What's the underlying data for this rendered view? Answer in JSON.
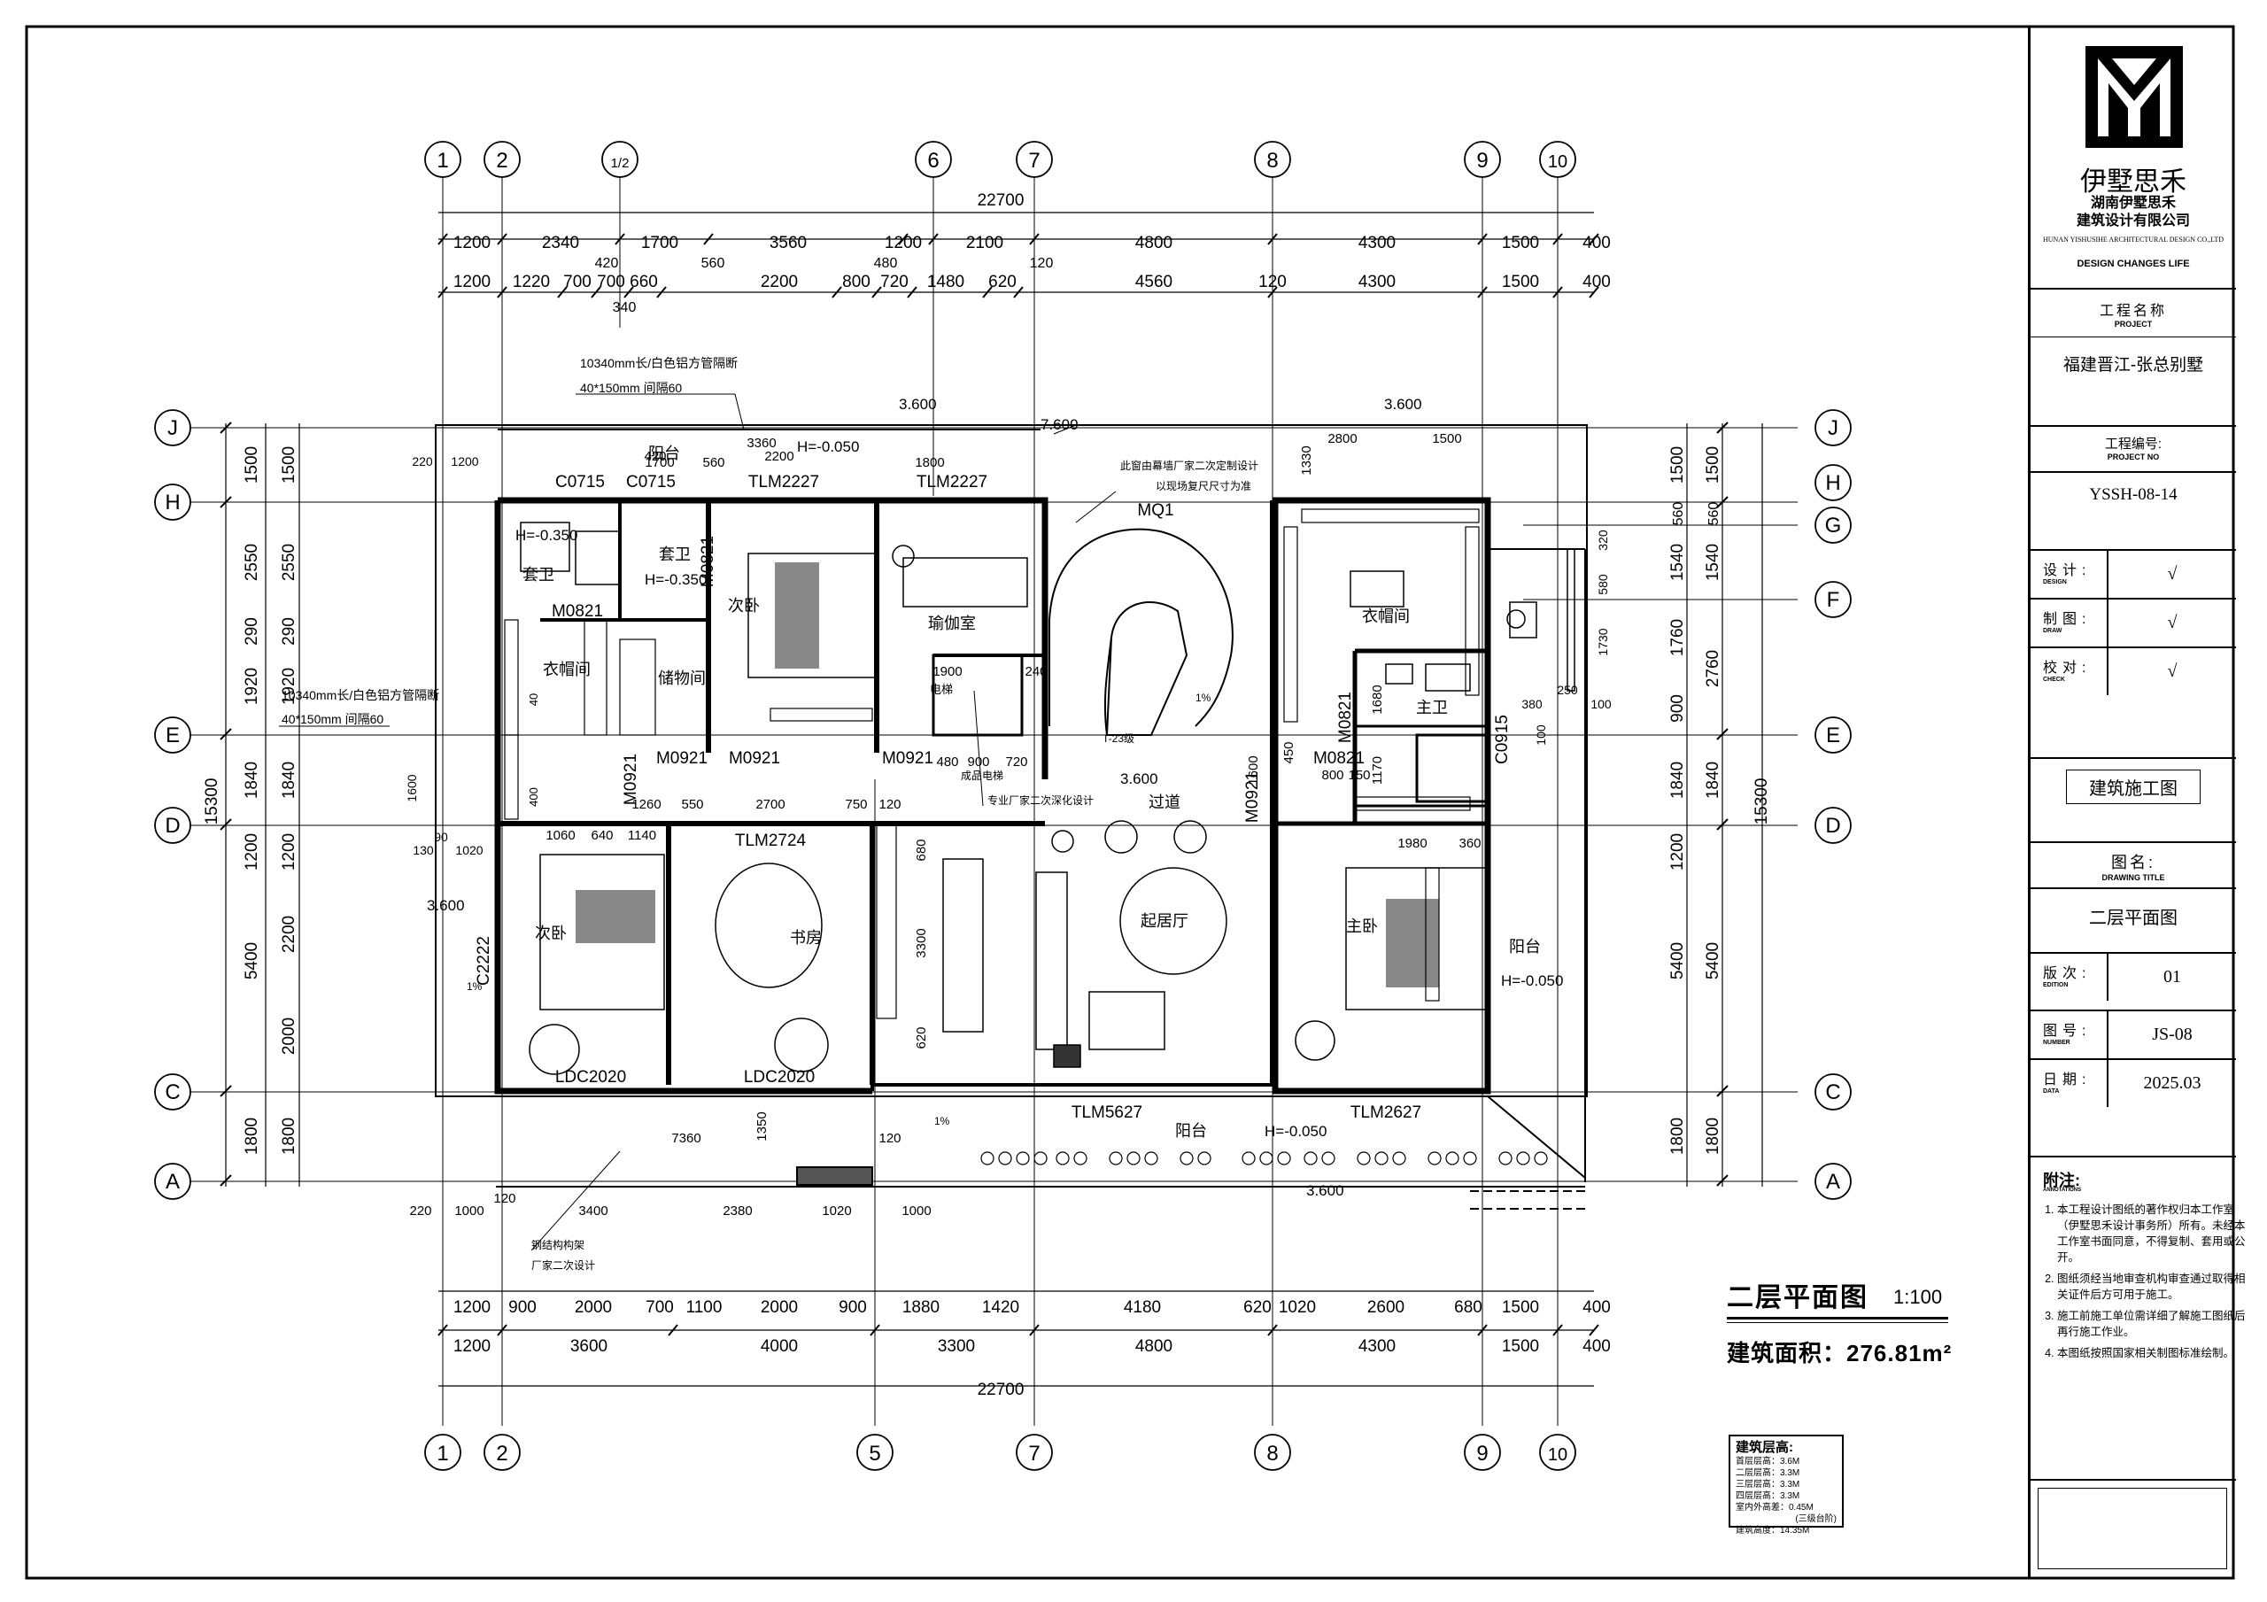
{
  "drawing": {
    "title": "二层平面图",
    "scale": "1:100",
    "area": "建筑面积：276.81m²"
  },
  "dimensions": {
    "overall": "22700",
    "top_row1": [
      "1200",
      "2340",
      "1700",
      "3560",
      "1200",
      "2100",
      "4800",
      "4300",
      "1500",
      "400"
    ],
    "top_row2": [
      "1200",
      "1220",
      "700",
      "700",
      "660",
      "2200",
      "800",
      "720",
      "1480",
      "620",
      "4560",
      "120",
      "4300",
      "1500",
      "400"
    ],
    "top_misc": [
      "420",
      "560",
      "480",
      "120",
      "340"
    ],
    "bottom_row1": [
      "1200",
      "900",
      "2000",
      "700",
      "1100",
      "2000",
      "900",
      "1880",
      "1420",
      "4180",
      "620",
      "1020",
      "2600",
      "680",
      "1500",
      "400"
    ],
    "bottom_row2": [
      "1200",
      "3600",
      "4000",
      "3300",
      "4800",
      "4300",
      "1500",
      "400"
    ],
    "bottom_misc": [
      "220",
      "1000",
      "120",
      "3400",
      "2380",
      "1020",
      "1000",
      "7360",
      "1350",
      "120"
    ],
    "left_outer": [
      "1500",
      "2550",
      "290",
      "1920",
      "1840",
      "1200",
      "5400",
      "1800"
    ],
    "left_inner": [
      "1500",
      "2550",
      "290",
      "1920",
      "1840",
      "1200",
      "2200",
      "2000",
      "1800"
    ],
    "left_total": "15300",
    "right_outer": [
      "1500",
      "560",
      "1540",
      "1760",
      "900",
      "1840",
      "1200",
      "5400",
      "1800"
    ],
    "right_inner": [
      "1500",
      "560",
      "1540",
      "2760",
      "1840",
      "5400",
      "1800"
    ],
    "right_total": "15300",
    "right_misc": [
      "320",
      "580",
      "1730",
      "250",
      "100",
      "380",
      "100"
    ],
    "left_misc": [
      "1600",
      "220",
      "1200",
      "90",
      "130",
      "1020",
      "40",
      "400"
    ]
  },
  "axes": {
    "top": [
      "1",
      "2",
      "1/2",
      "6",
      "7",
      "8",
      "9",
      "10"
    ],
    "bottom": [
      "1",
      "2",
      "5",
      "7",
      "8",
      "9",
      "10"
    ],
    "left": [
      "J",
      "H",
      "E",
      "D",
      "C",
      "A"
    ],
    "right": [
      "J",
      "H",
      "G",
      "F",
      "E",
      "D",
      "C",
      "A"
    ]
  },
  "rooms": [
    {
      "name": "次卧"
    },
    {
      "name": "套卫"
    },
    {
      "name": "套卫"
    },
    {
      "name": "衣帽间"
    },
    {
      "name": "储物间"
    },
    {
      "name": "瑜伽室"
    },
    {
      "name": "衣帽间"
    },
    {
      "name": "主卫"
    },
    {
      "name": "主卧"
    },
    {
      "name": "次卧"
    },
    {
      "name": "书房"
    },
    {
      "name": "起居厅"
    },
    {
      "name": "过道"
    },
    {
      "name": "阳台"
    },
    {
      "name": "阳台"
    },
    {
      "name": "阳台"
    },
    {
      "name": "电梯"
    }
  ],
  "labels": {
    "doors": [
      "C0715",
      "C0715",
      "TLM2227",
      "TLM2227",
      "MQ1",
      "M0821",
      "M0921",
      "M0921",
      "M0921",
      "M0821",
      "M0921",
      "TLM2724",
      "C2222",
      "LDC2020",
      "LDC2020",
      "TLM5627",
      "TLM2627",
      "C0915",
      "M0821",
      "M0821",
      "M0921"
    ],
    "levels": [
      "H=-0.350",
      "H=-0.350",
      "H=-0.050",
      "H=-0.050",
      "H=-0.050",
      "3.600",
      "3.600",
      "3.600",
      "3.600",
      "7.600",
      "3.600"
    ],
    "notes": [
      "10340mm长/白色铝方管隔断",
      "40*150mm  间隔60",
      "10340mm长/白色铝方管隔断",
      "40*150mm  间隔60",
      "此窗由幕墙厂家二次定制设计",
      "以现场复尺尺寸为准",
      "专业厂家二次深化设计",
      "成品电梯",
      "钢结构构架",
      "厂家二次设计",
      "T-23级",
      "1%",
      "1%",
      "1%"
    ],
    "misc_dims": [
      "3360",
      "1900",
      "480",
      "900",
      "720",
      "240",
      "1260",
      "550",
      "2700",
      "750",
      "120",
      "1060",
      "640",
      "1140",
      "680",
      "3300",
      "620",
      "450",
      "1600",
      "800",
      "150",
      "2800",
      "1500",
      "1330",
      "1170",
      "1980",
      "360",
      "1680",
      "420",
      "2200",
      "1700",
      "560",
      "1800"
    ]
  },
  "floor_info": {
    "heading": "建筑层高:",
    "lines": [
      "首层层高：3.6M",
      "二层层高：3.3M",
      "三层层高：3.3M",
      "四层层高：3.3M",
      "室内外高差：0.45M",
      "(三级台阶)",
      "建筑高度：14.35M"
    ]
  },
  "title_block": {
    "brand_cn": "伊墅思禾",
    "company_line1": "湖南伊墅思禾",
    "company_line2": "建筑设计有限公司",
    "company_en": "HUNAN YISHUSIHE ARCHITECTURAL DESIGN CO.,LTD",
    "slogan": "DESIGN CHANGES LIFE",
    "project_label": "工程名称",
    "project_label_en": "PROJECT",
    "project_name": "福建晋江-张总别墅",
    "projno_label": "工程编号:",
    "projno_label_en": "PROJECT  NO",
    "projno": "YSSH-08-14",
    "design_label": "设计:",
    "design_en": "DESIGN",
    "draw_label": "制图:",
    "draw_en": "DRAW",
    "check_label": "校对:",
    "check_en": "CHECK",
    "checkmark": "√",
    "stage": "建筑施工图",
    "title_label": "图名:",
    "title_label_en": "DRAWING  TITLE",
    "title_value": "二层平面图",
    "edition_label": "版次:",
    "edition_en": "EDITION",
    "edition": "01",
    "number_label": "图号:",
    "number_en": "NUMBER",
    "number": "JS-08",
    "date_label": "日期:",
    "date_en": "DATA",
    "date": "2025.03",
    "notes_title": "附注:",
    "notes_en": "ANNOTATIONS",
    "notes": [
      "本工程设计图纸的著作权归本工作室（伊墅思禾设计事务所）所有。未经本工作室书面同意，不得复制、套用或公开。",
      "图纸须经当地审查机构审查通过取得相关证件后方可用于施工。",
      "施工前施工单位需详细了解施工图纸后再行施工作业。",
      "本图纸按照国家相关制图标准绘制。"
    ]
  }
}
